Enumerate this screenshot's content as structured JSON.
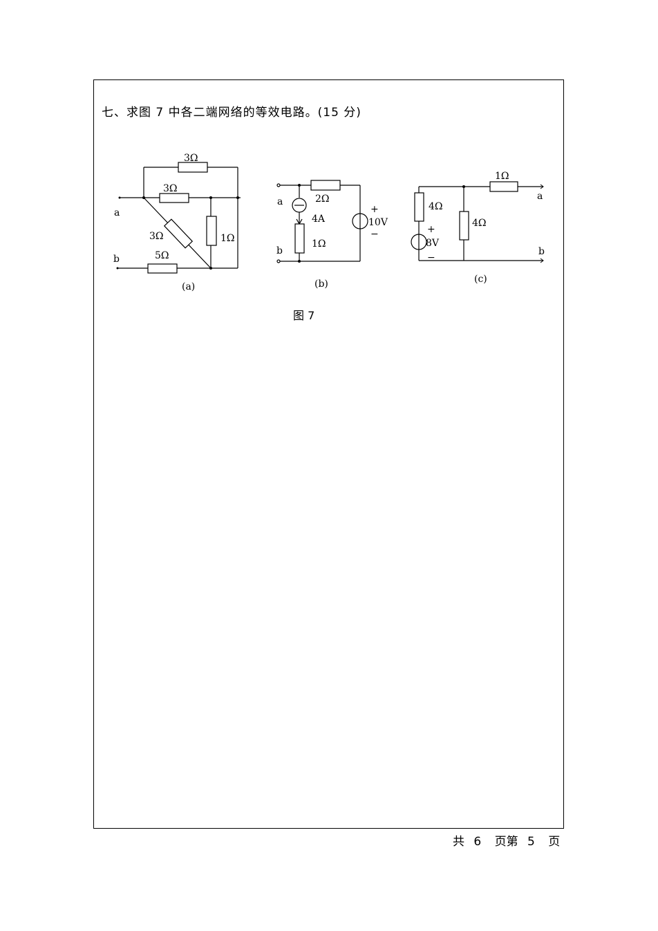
{
  "question": {
    "text": "七、求图 7 中各二端网络的等效电路。(15 分)"
  },
  "figure": {
    "caption": "图 7",
    "a": {
      "sub_label": "(a)",
      "r_top": "3Ω",
      "r_middle": "3Ω",
      "r_diagonal": "3Ω",
      "r_right": "1Ω",
      "r_bottom": "5Ω",
      "terminal_a": "a",
      "terminal_b": "b"
    },
    "b": {
      "sub_label": "(b)",
      "r_top": "2Ω",
      "current_source": "4A",
      "r_bottom": "1Ω",
      "voltage_source": "10V",
      "plus": "+",
      "minus": "−",
      "terminal_a": "a",
      "terminal_b": "b"
    },
    "c": {
      "sub_label": "(c)",
      "r_top": "1Ω",
      "r_left": "4Ω",
      "r_middle": "4Ω",
      "voltage_source": "8V",
      "plus": "+",
      "minus": "−",
      "terminal_a": "a",
      "terminal_b": "b"
    }
  },
  "footer": {
    "total_prefix": "共",
    "total_pages": "6",
    "page_mid": "页第",
    "current_page": "5",
    "page_suffix": "页"
  }
}
